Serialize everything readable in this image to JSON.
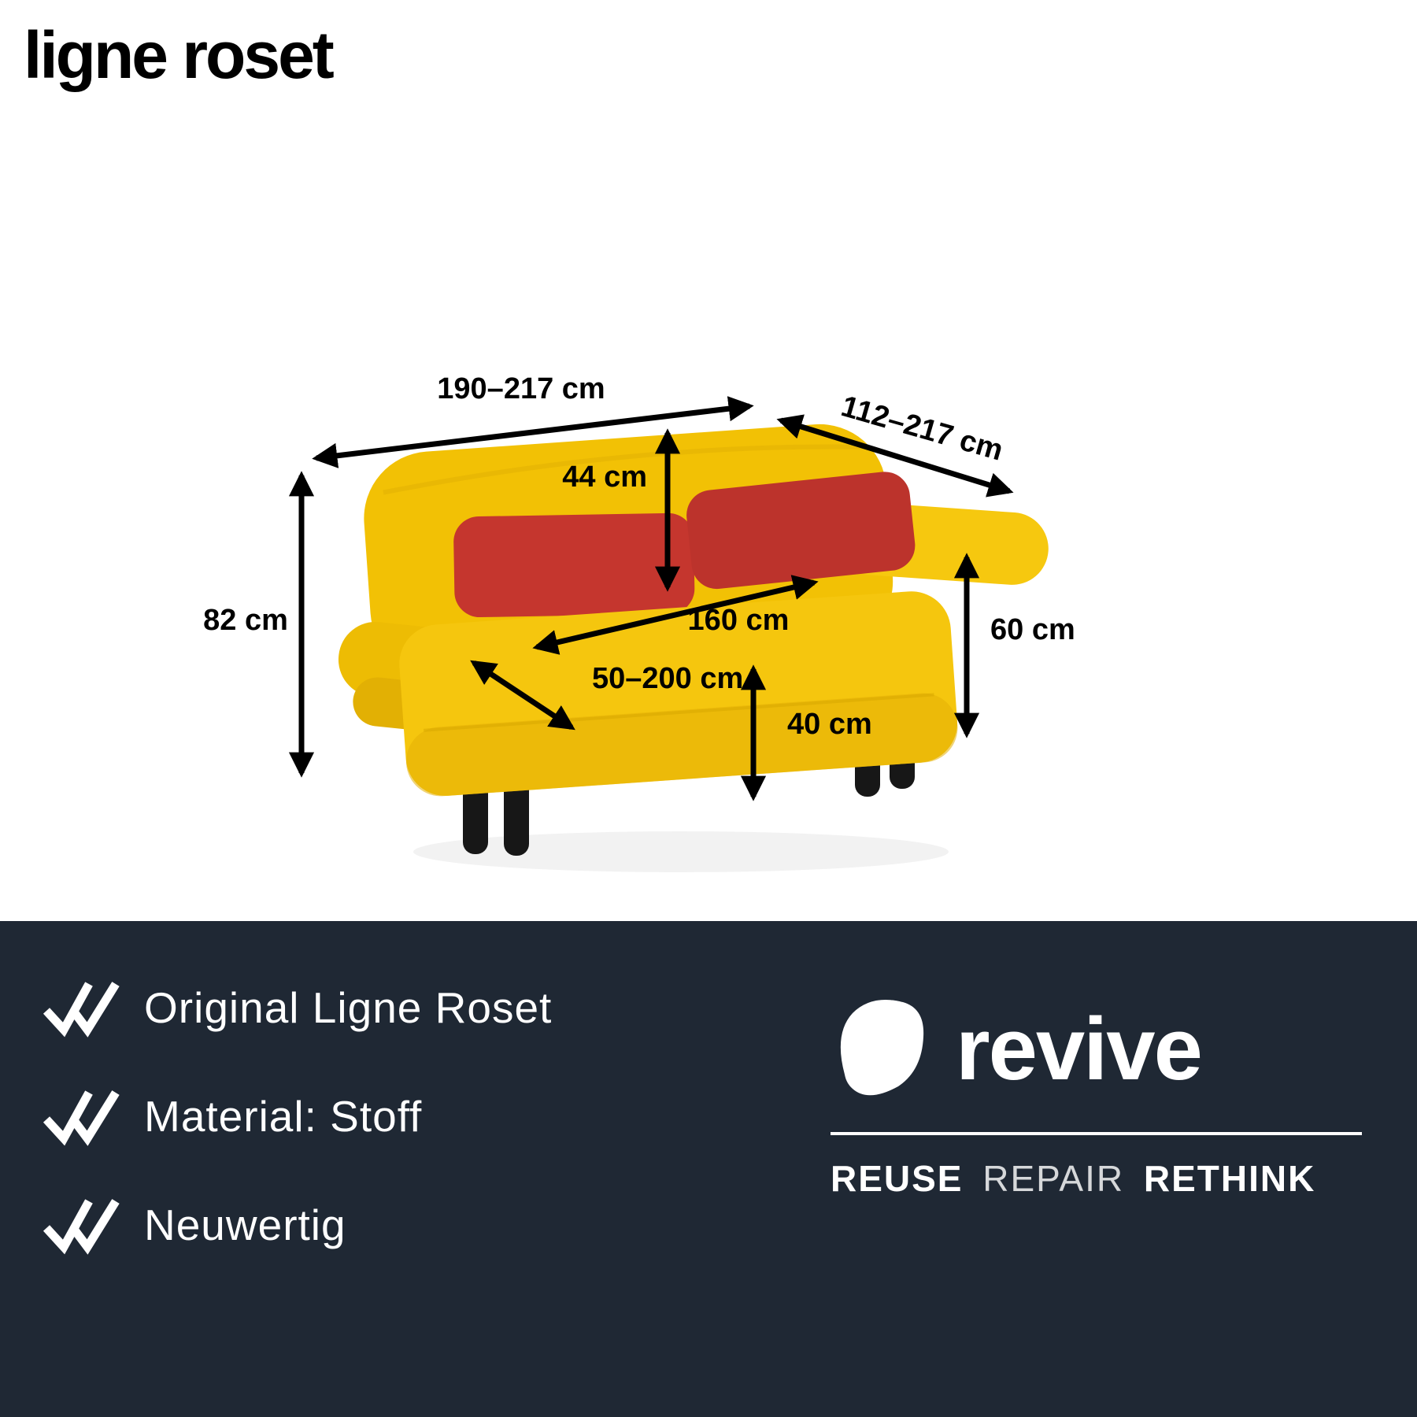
{
  "brand": {
    "logo_text": "ligne roset"
  },
  "diagram": {
    "labels": {
      "total_width": "190–217 cm",
      "total_depth": "112–217 cm",
      "backrest_height": "44 cm",
      "overall_height": "82 cm",
      "seat_width": "160 cm",
      "variable_depth": "50–200 cm",
      "armrest_height": "60 cm",
      "seat_height": "40 cm"
    },
    "colors": {
      "sofa_yellow": "#F2C105",
      "cushion_red": "#C2362F",
      "leg_black": "#171717",
      "annotation_black": "#000000"
    }
  },
  "footer": {
    "background": "#1F2834",
    "features": [
      {
        "label": "Original Ligne Roset"
      },
      {
        "label": "Material: Stoff"
      },
      {
        "label": "Neuwertig"
      }
    ],
    "revive": {
      "brand": "revive",
      "tagline": [
        "REUSE",
        "REPAIR",
        "RETHINK"
      ]
    }
  }
}
